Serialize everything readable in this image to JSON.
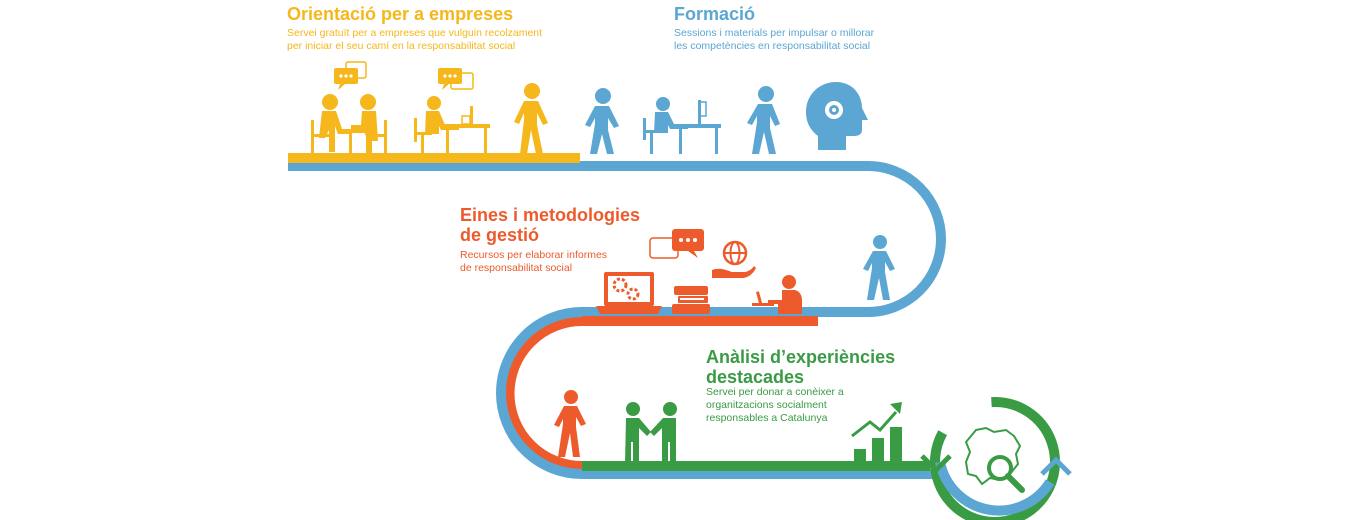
{
  "colors": {
    "yellow": "#f5b71b",
    "blue": "#5ba6d3",
    "orange": "#ed5b2c",
    "green": "#3a9b45"
  },
  "sections": {
    "orientacio": {
      "title": "Orientació per a empreses",
      "desc_line1": "Servei gratuït per a empreses que vulguin recolzament",
      "desc_line2": "per iniciar el seu camí en la responsabilitat social",
      "icons": [
        "meeting-icon",
        "chat-bubble-icon",
        "desk-worker-icon",
        "walking-person-icon"
      ]
    },
    "formacio": {
      "title": "Formació",
      "desc_line1": "Sessions i materials per impulsar o millorar",
      "desc_line2": "les competències en responsabilitat social",
      "icons": [
        "walking-person-icon",
        "desk-worker-icon",
        "head-gears-icon"
      ]
    },
    "eines": {
      "title_line1": "Eines i metodologies",
      "title_line2": "de gestió",
      "desc_line1": "Recursos per elaborar informes",
      "desc_line2": "de responsabilitat social",
      "icons": [
        "chat-bubble-icon",
        "globe-hand-icon",
        "laptop-gears-icon",
        "books-icon",
        "laptop-worker-icon"
      ]
    },
    "analisi": {
      "title_line1": "Anàlisi d’experiències",
      "title_line2": "destacades",
      "desc_line1": "Servei per donar a conèixer a",
      "desc_line2": "organitzacions socialment",
      "desc_line3": "responsables a Catalunya",
      "icons": [
        "walking-person-icon",
        "handshake-icon",
        "growth-chart-icon",
        "catalonia-map-search-icon"
      ]
    }
  }
}
